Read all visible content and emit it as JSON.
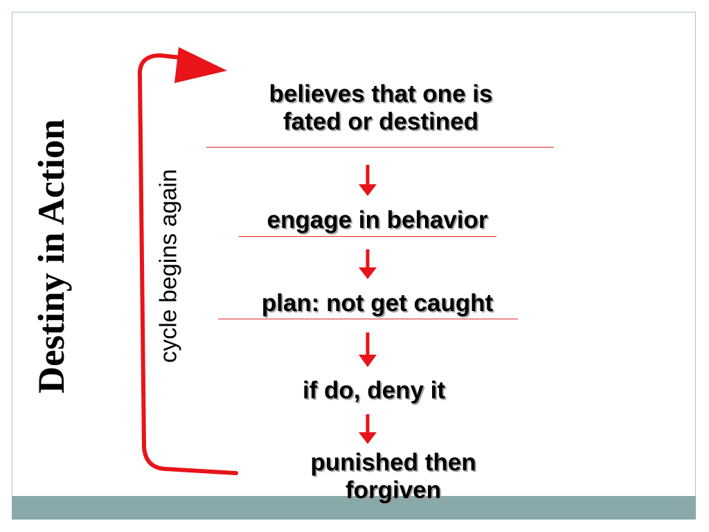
{
  "title": "Destiny in Action",
  "cycle_label": "cycle begins again",
  "steps": [
    {
      "lines": [
        "believes that one is",
        "fated or destined"
      ]
    },
    {
      "lines": [
        "engage in behavior"
      ]
    },
    {
      "lines": [
        "plan: not get caught"
      ]
    },
    {
      "lines": [
        "if do, deny it"
      ]
    },
    {
      "lines": [
        "punished then",
        "forgiven"
      ]
    }
  ],
  "colors": {
    "arrow": "#e8141a",
    "band": "#8aa9ab",
    "border": "#a7bcbc"
  }
}
